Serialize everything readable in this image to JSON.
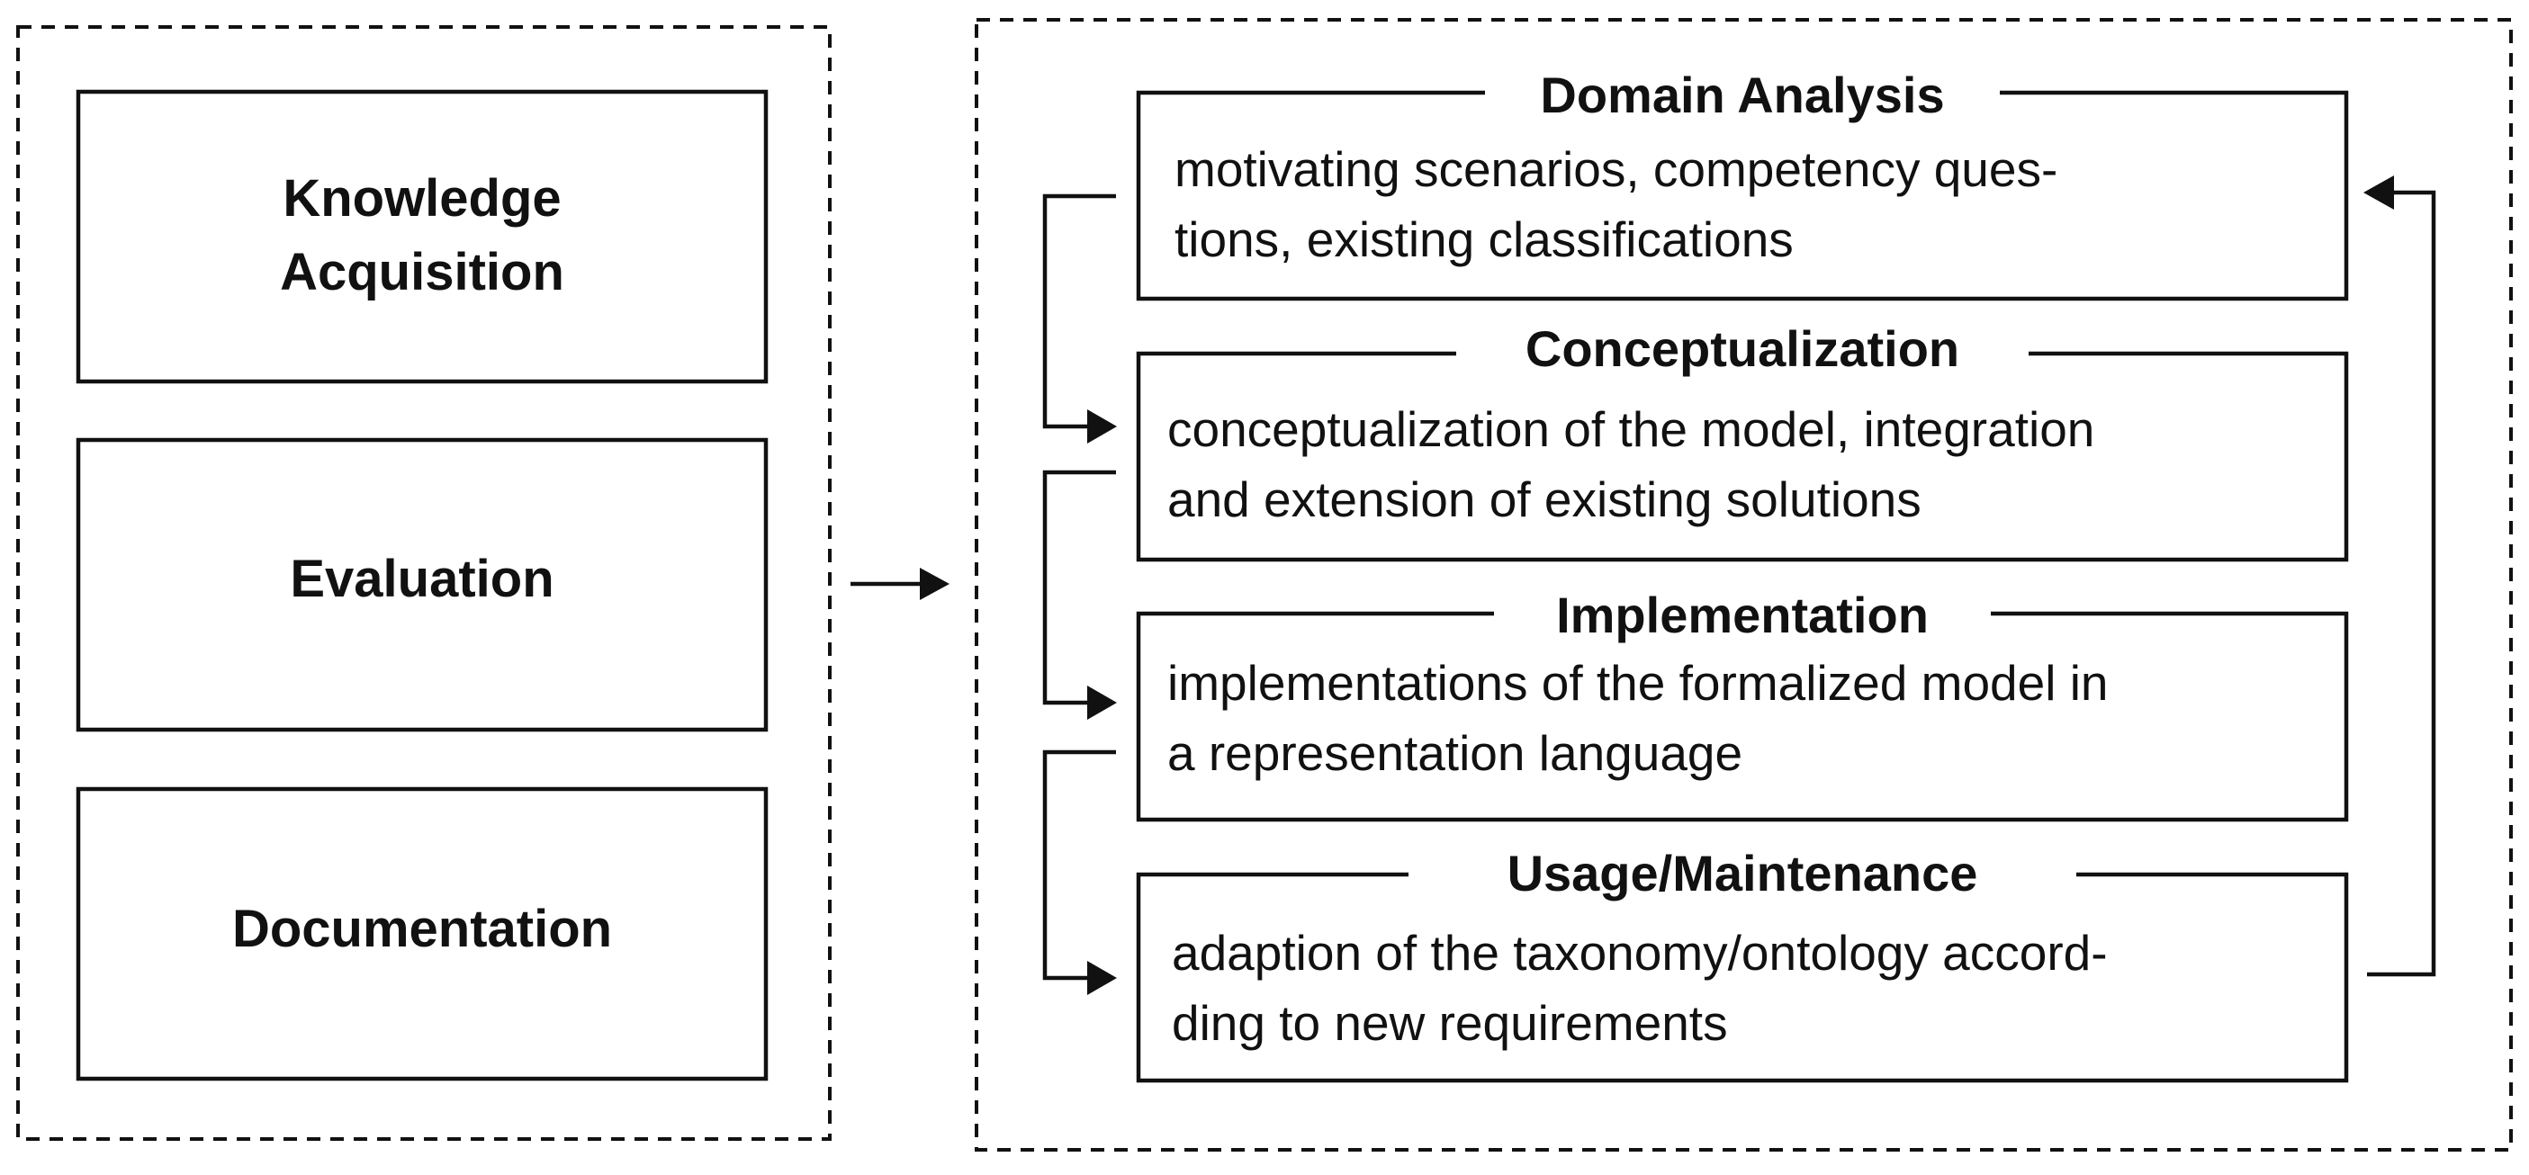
{
  "left_panel": {
    "activities": [
      {
        "lines": [
          "Knowledge",
          "Acquisition"
        ]
      },
      {
        "lines": [
          "Evaluation"
        ]
      },
      {
        "lines": [
          "Documentation"
        ]
      }
    ]
  },
  "right_panel": {
    "stages": [
      {
        "title": "Domain Analysis",
        "description_lines": [
          "motivating scenarios, competency ques-",
          "tions, existing classifications"
        ]
      },
      {
        "title": "Conceptualization",
        "description_lines": [
          "conceptualization of the model, integration",
          "and extension of existing solutions"
        ]
      },
      {
        "title": "Implementation",
        "description_lines": [
          "implementations of the formalized model in",
          "a representation language"
        ]
      },
      {
        "title": "Usage/Maintenance",
        "description_lines": [
          "adaption of the taxonomy/ontology accord-",
          "ding to new requirements"
        ]
      }
    ]
  }
}
